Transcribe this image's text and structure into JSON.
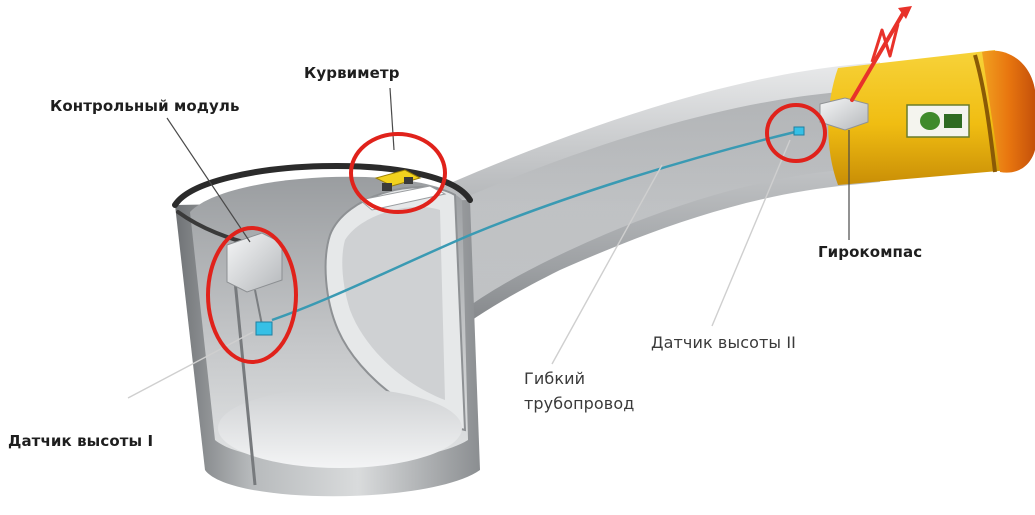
{
  "labels": {
    "control_module": "Контрольный модуль",
    "curvimeter": "Курвиметр",
    "gyrocompass": "Гирокомпас",
    "height_sensor_2": "Датчик высоты II",
    "flexible_pipe_line1": "Гибкий",
    "flexible_pipe_line2": "трубопровод",
    "height_sensor_1": "Датчик высоты I"
  },
  "colors": {
    "highlight_ring": "#e0221b",
    "tunnel_grey": "#a9acaf",
    "shield_yellow": "#f2c316",
    "shield_orange": "#e8760f",
    "cable_teal": "#3a9ab3",
    "sensor_cyan": "#36c0e6",
    "background": "#ffffff"
  },
  "icons": {
    "north_arrow": "north-arrow-icon",
    "company_logo": "hydro-logo-icon"
  }
}
